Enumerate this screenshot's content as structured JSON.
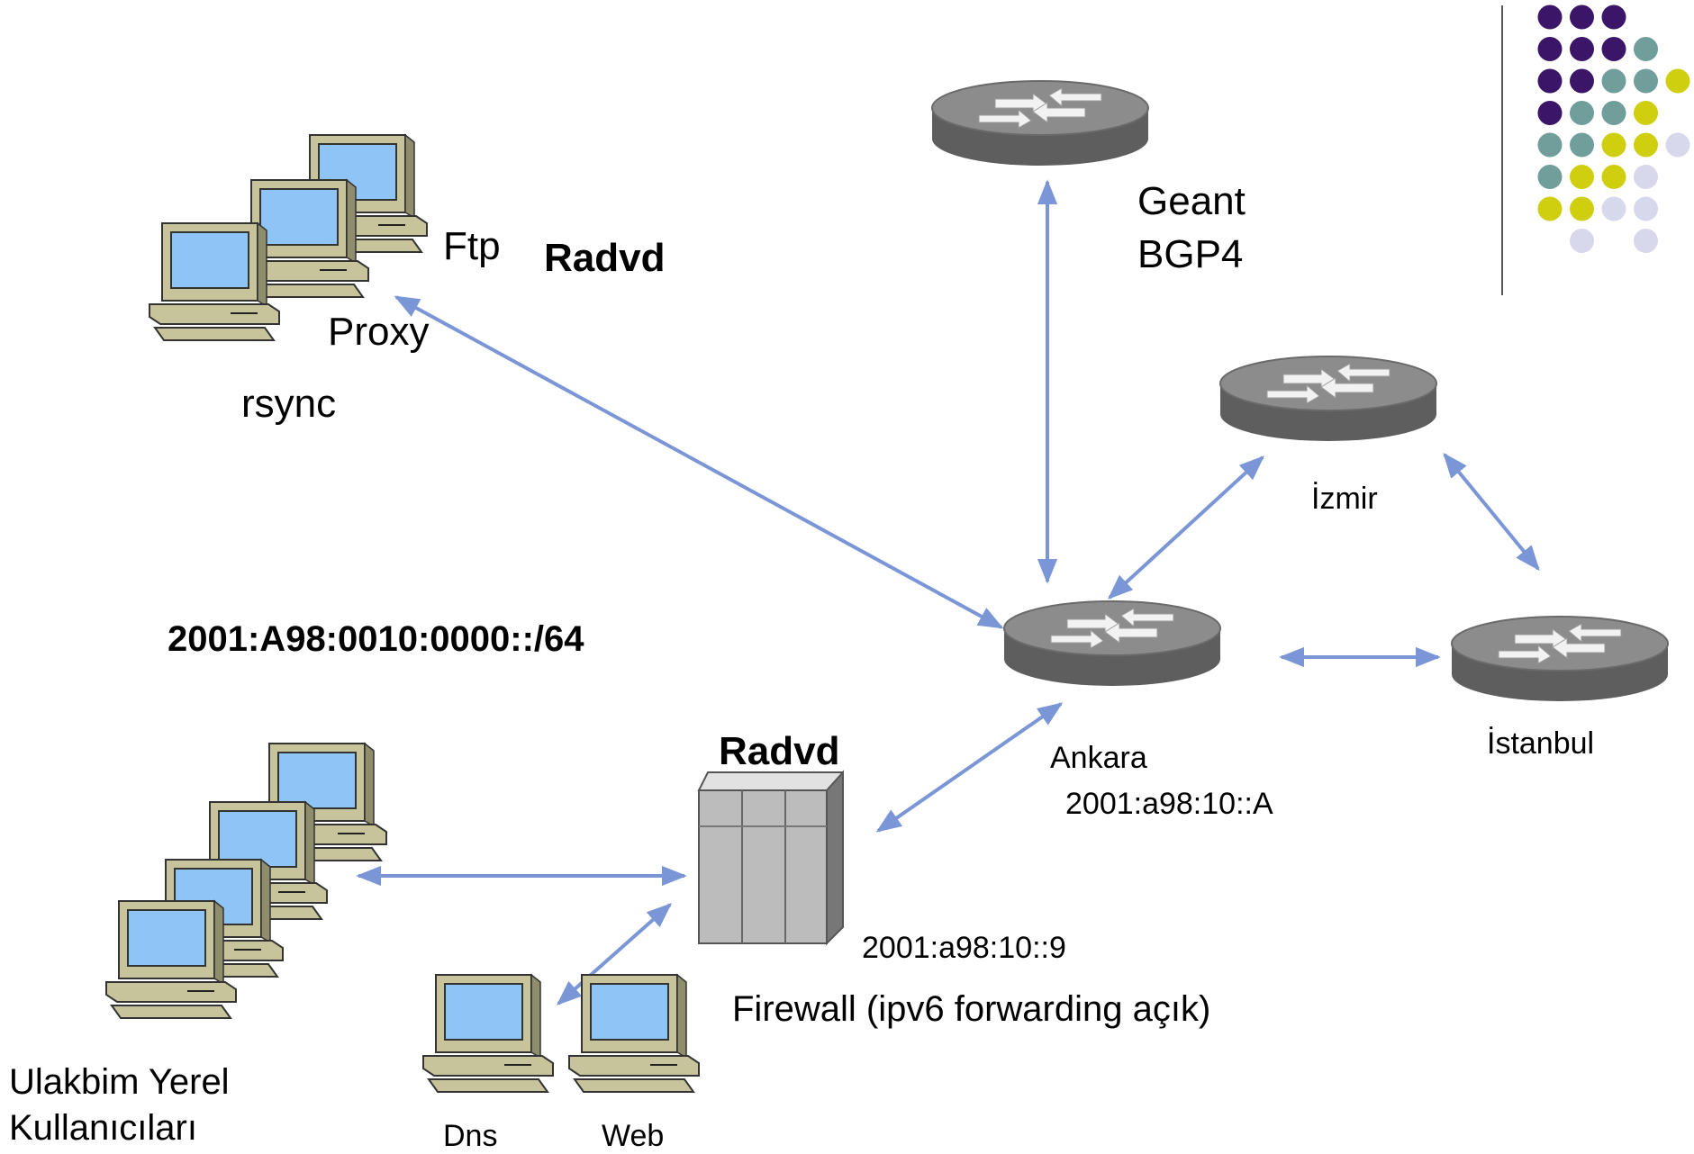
{
  "labels": {
    "ftp": "Ftp",
    "radvd_top": "Radvd",
    "proxy": "Proxy",
    "rsync": "rsync",
    "geant": "Geant",
    "bgp4": "BGP4",
    "izmir": "İzmir",
    "subnet": "2001:A98:0010:0000::/64",
    "ankara": "Ankara",
    "ankara_addr": "2001:a98:10::A",
    "istanbul": "İstanbul",
    "radvd_fw": "Radvd",
    "fw_addr": "2001:a98:10::9",
    "firewall": "Firewall (ipv6 forwarding açık)",
    "local_users_1": "Ulakbim Yerel",
    "local_users_2": "Kullanıcıları",
    "dns": "Dns",
    "web": "Web"
  },
  "colors": {
    "link": "#7b96d6",
    "router_top": "#8a8a8a",
    "router_side": "#5a5a5a",
    "monitor_body": "#c8c59a",
    "monitor_screen": "#8fc3f5",
    "firewall": "#b9b9b9",
    "dot_purple": "#3b1568",
    "dot_teal": "#6f9e9b",
    "dot_yellow": "#cfcf10",
    "dot_lavender": "#d7d8ec"
  },
  "dot_grid": [
    [
      "purple",
      "purple",
      "purple",
      null,
      null
    ],
    [
      "purple",
      "purple",
      "purple",
      "teal",
      null
    ],
    [
      "purple",
      "purple",
      "teal",
      "teal",
      "yellow"
    ],
    [
      "purple",
      "teal",
      "teal",
      "yellow",
      null
    ],
    [
      "teal",
      "teal",
      "yellow",
      "yellow",
      "lavender"
    ],
    [
      "teal",
      "yellow",
      "yellow",
      "lavender",
      null
    ],
    [
      "yellow",
      "yellow",
      "lavender",
      "lavender",
      null
    ],
    [
      null,
      "lavender",
      null,
      "lavender",
      null
    ]
  ]
}
